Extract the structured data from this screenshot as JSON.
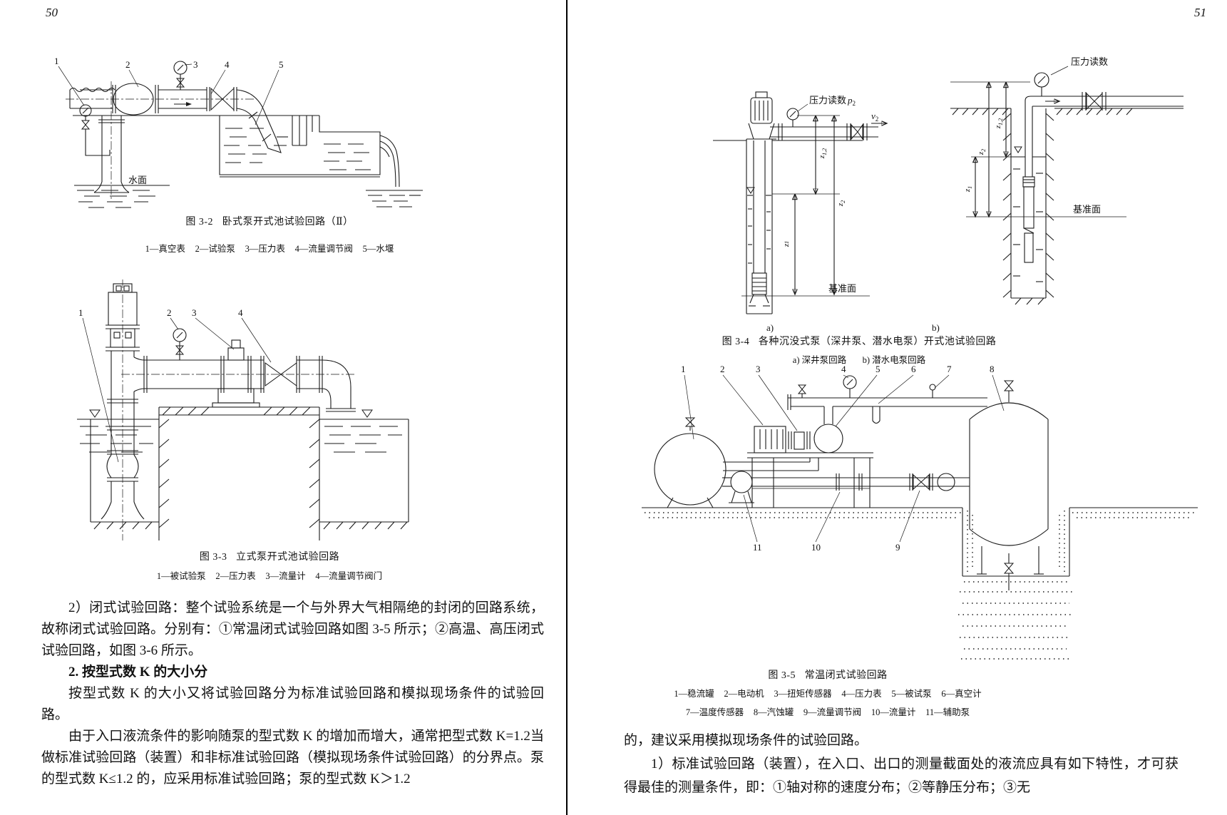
{
  "left_page": {
    "page_number": "50",
    "fig32": {
      "nums": {
        "n1": "1",
        "n2": "2",
        "n3": "3",
        "n4": "4",
        "n5": "5"
      },
      "water_surface_label": "水面",
      "caption_label": "图 3-2",
      "caption_title": "卧式泵开式池试验回路（Ⅱ）",
      "legend_items": [
        "1—真空表",
        "2—试验泵",
        "3—压力表",
        "4—流量调节阀",
        "5—水堰"
      ]
    },
    "fig33": {
      "nums": {
        "n1": "1",
        "n2": "2",
        "n3": "3",
        "n4": "4"
      },
      "caption_label": "图 3-3",
      "caption_title": "立式泵开式池试验回路",
      "legend_items": [
        "1—被试验泵",
        "2—压力表",
        "3—流量计",
        "4—流量调节阀门"
      ]
    },
    "text": {
      "p1": "2）闭式试验回路：整个试验系统是一个与外界大气相隔绝的封闭的回路系统，故称闭式试验回路。分别有：①常温闭式试验回路如图 3-5 所示；②高温、高压闭式试验回路，如图 3-6 所示。",
      "h1": "2. 按型式数 K 的大小分",
      "p2": "按型式数 K 的大小又将试验回路分为标准试验回路和模拟现场条件的试验回路。",
      "p3": "由于入口液流条件的影响随泵的型式数 K 的增加而增大，通常把型式数 K=1.2当做标准试验回路（装置）和非标准试验回路（模拟现场条件试验回路）的分界点。泵的型式数 K≤1.2 的，应采用标准试验回路；泵的型式数 K＞1.2"
    }
  },
  "right_page": {
    "page_number": "51",
    "fig34": {
      "pressure_label_a": "压力读数",
      "pressure_label_b": "压力读数",
      "pressure_var": "p",
      "pressure_sub": "2",
      "velocity_var": "v",
      "velocity_sub": "2",
      "dim_z": "z",
      "dim_sub_12": "1,2",
      "dim_sub_2": "2",
      "dim_sub_1": "1",
      "datum_label": "基准面",
      "sub_a": "a)",
      "sub_b": "b)",
      "caption_label": "图 3-4",
      "caption_title": "各种沉没式泵（深井泵、潜水电泵）开式池试验回路",
      "subcaption_a": "a) 深井泵回路",
      "subcaption_b": "b) 潜水电泵回路"
    },
    "fig35": {
      "nums": {
        "n1": "1",
        "n2": "2",
        "n3": "3",
        "n4": "4",
        "n5": "5",
        "n6": "6",
        "n7": "7",
        "n8": "8",
        "n9": "9",
        "n10": "10",
        "n11": "11"
      },
      "caption_label": "图 3-5",
      "caption_title": "常温闭式试验回路",
      "legend_line1": [
        "1—稳流罐",
        "2—电动机",
        "3—扭矩传感器",
        "4—压力表",
        "5—被试泵",
        "6—真空计"
      ],
      "legend_line2": [
        "7—温度传感器",
        "8—汽蚀罐",
        "9—流量调节阀",
        "10—流量计",
        "11—辅助泵"
      ]
    },
    "text": {
      "p1": "的，建议采用模拟现场条件的试验回路。",
      "p2": "1）标准试验回路（装置），在入口、出口的测量截面处的液流应具有如下特性，才可获得最佳的测量条件，即：①轴对称的速度分布；②等静压分布；③无"
    }
  }
}
